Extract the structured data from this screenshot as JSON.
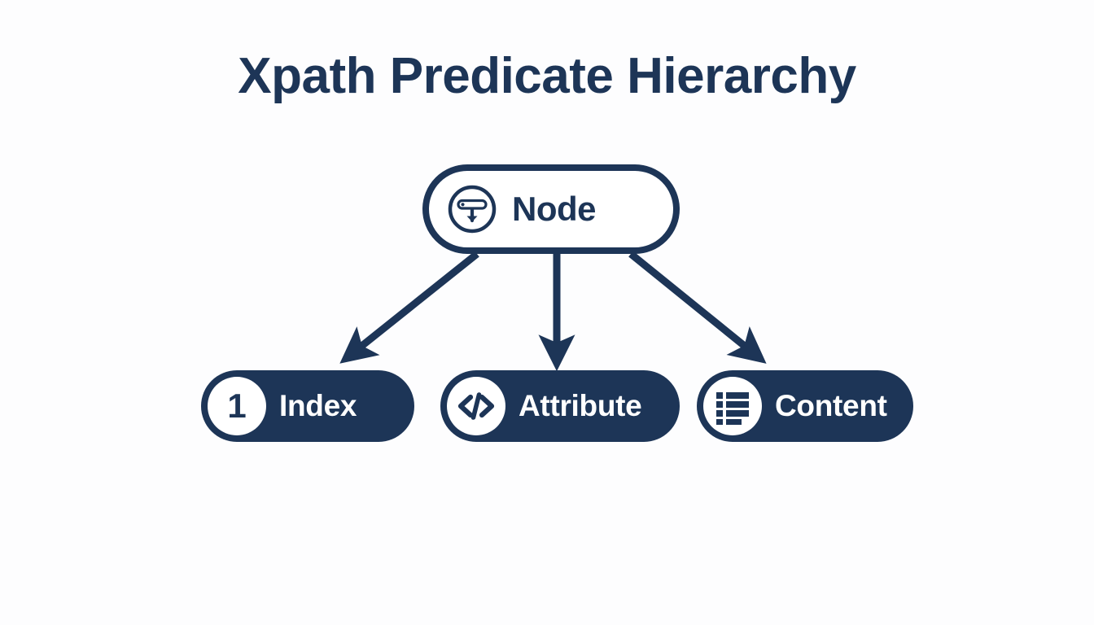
{
  "title": "Xpath Predicate Hierarchy",
  "colors": {
    "navy": "#1d3557",
    "white": "#ffffff",
    "background": "#fdfdfe"
  },
  "root": {
    "label": "Node",
    "icon": "node-download-icon"
  },
  "children": [
    {
      "label": "Index",
      "icon": "number-one-badge-icon",
      "badge": "1"
    },
    {
      "label": "Attribute",
      "icon": "code-brackets-icon"
    },
    {
      "label": "Content",
      "icon": "list-lines-icon"
    }
  ],
  "connectors": [
    {
      "name": "arrow-node-to-index"
    },
    {
      "name": "arrow-node-to-attribute"
    },
    {
      "name": "arrow-node-to-content"
    }
  ]
}
